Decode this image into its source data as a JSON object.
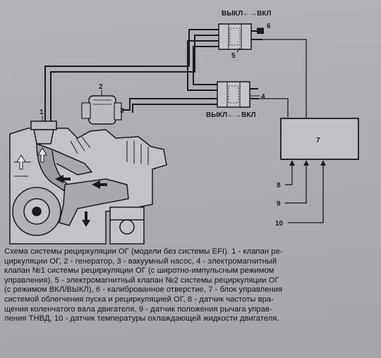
{
  "diagram": {
    "labels": {
      "switch_top": "ВЫКЛ←→ВКЛ",
      "switch_bottom": "ВЫКЛ←→ВКЛ",
      "n1": "1",
      "n2": "2",
      "n3": "3",
      "n4": "4",
      "n5": "5",
      "n6": "6",
      "n7": "7",
      "n8": "8",
      "n9": "9",
      "n10": "10"
    }
  },
  "caption": {
    "lines": [
      "Схема системы рециркуляции ОГ (модели без системы EFI). 1 - клапан ре-",
      "циркуляции ОГ, 2 - генератор, 3 - вакуумный насос, 4 - электромагнитный",
      "клапан №1 системы рециркуляции ОГ (с широтно-импульсным режимом",
      "управления), 5 - электромагнитный клапан №2 системы рециркуляции ОГ",
      "(с режимом ВКЛ/ВЫКЛ), 6 - калиброванное отверстие, 7 - блок управления",
      "системой облегчения пуска и рециркуляцией ОГ, 8 - датчик частоты вра-",
      "щения коленчатого вала двигателя, 9 - датчик положения рычага управ-",
      "ления ТНВД, 10 - датчик температуры охлаждающей жидкости двигателя."
    ]
  }
}
